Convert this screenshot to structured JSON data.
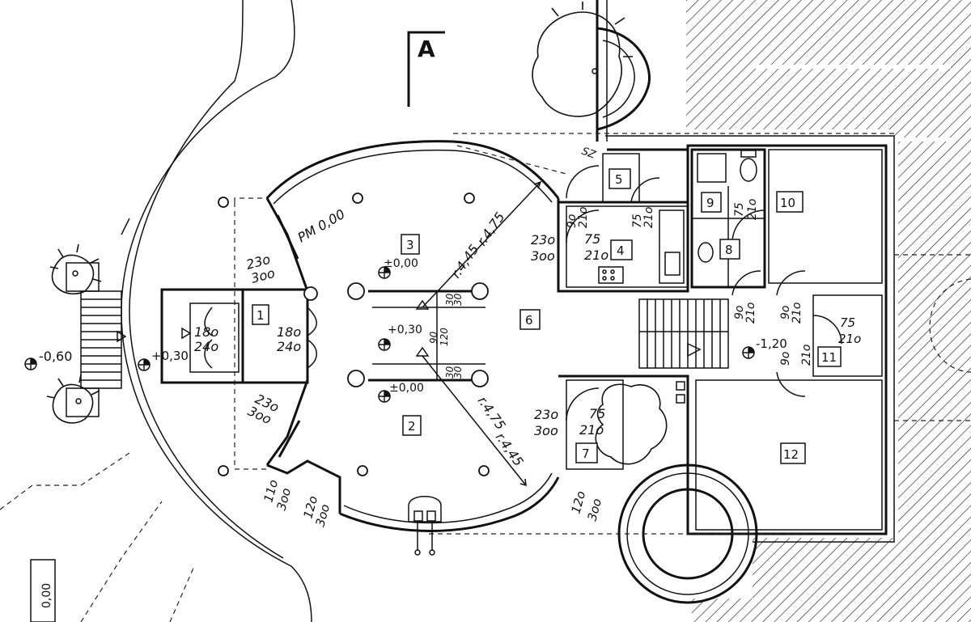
{
  "section_marker": "A",
  "rooms": [
    {
      "id": "1",
      "num": "1"
    },
    {
      "id": "2",
      "num": "2"
    },
    {
      "id": "3",
      "num": "3"
    },
    {
      "id": "4",
      "num": "4"
    },
    {
      "id": "5",
      "num": "5"
    },
    {
      "id": "6",
      "num": "6"
    },
    {
      "id": "7",
      "num": "7"
    },
    {
      "id": "8",
      "num": "8"
    },
    {
      "id": "9",
      "num": "9"
    },
    {
      "id": "10",
      "num": "10"
    },
    {
      "id": "11",
      "num": "11"
    },
    {
      "id": "12",
      "num": "12"
    }
  ],
  "levels": {
    "l_060": "-0,60",
    "l_030_entry": "+0,30",
    "l_000_room3": "±0,00",
    "l_030_center": "+0,30",
    "l_000_room2": "±0,00",
    "l_120": "-1,20",
    "l_000_bottom": "0,00"
  },
  "radii": {
    "r475_top": "r.4,75",
    "r445_top": "r.4,45",
    "r475_bottom": "r.4,75",
    "r445_bottom": "r.4,45"
  },
  "notes": {
    "pm": "PM 0,00",
    "sz": "SZ"
  },
  "dims": {
    "d1": "23o",
    "d2": "3oo",
    "d3": "18o",
    "d4": "24o",
    "d5": "18o",
    "d6": "24o",
    "d7": "23o",
    "d8": "3oo",
    "d9": "11o",
    "d10": "3oo",
    "d11": "12o",
    "d12": "3oo",
    "d13": "9o",
    "d14": "21o",
    "d15": "75",
    "d16": "21o",
    "d17": "23o",
    "d18": "3oo",
    "d19": "75",
    "d20": "21o",
    "d21": "9o",
    "d22": "21o",
    "d23": "9o",
    "d24": "21o",
    "d25": "75",
    "d26": "21o",
    "d27": "9o",
    "d28": "21o",
    "d29": "23o",
    "d30": "3oo",
    "d31": "75",
    "d32": "21o",
    "d33": "12o",
    "d34": "3oo",
    "d35": "75",
    "d36": "21o",
    "d37": "30",
    "d38": "120",
    "d39": "30",
    "d40": "90",
    "d41": "30",
    "d42": "30"
  }
}
